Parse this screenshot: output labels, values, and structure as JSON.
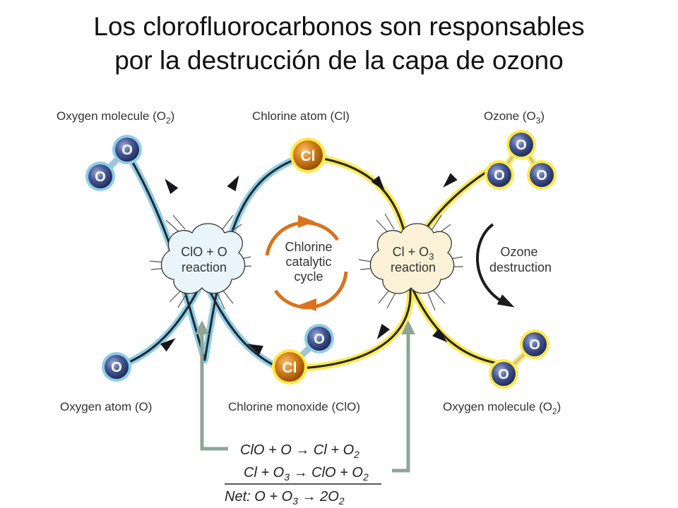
{
  "slide": {
    "title_line1": "Los clorofluorocarbonos son responsables",
    "title_line2": "por la destrucción de la capa de ozono"
  },
  "labels": {
    "oxygen_molecule_top": "Oxygen molecule (O",
    "oxygen_molecule_top_sub": "2",
    "chlorine_atom": "Chlorine atom (Cl)",
    "ozone": "Ozone (O",
    "ozone_sub": "3",
    "oxygen_atom": "Oxygen atom  (O)",
    "chlorine_monoxide": "Chlorine monoxide (ClO)",
    "oxygen_molecule_bottom": "Oxygen molecule (O",
    "oxygen_molecule_bottom_sub": "2"
  },
  "reactions": {
    "left_line1": "ClO + O",
    "left_line2": "reaction",
    "right_line1_a": "Cl + O",
    "right_line1_sub": "3",
    "right_line2": "reaction"
  },
  "cycle": {
    "line1": "Chlorine",
    "line2": "catalytic",
    "line3": "cycle"
  },
  "destruction": {
    "line1": "Ozone",
    "line2": "destruction"
  },
  "atoms": {
    "oxygen": "O",
    "chlorine": "Cl"
  },
  "equations": {
    "eq1_a": "ClO + O → Cl + O",
    "eq1_sub": "2",
    "eq2_a": "Cl + O",
    "eq2_sub1": "3",
    "eq2_b": " → ClO + O",
    "eq2_sub2": "2",
    "net_a": "Net: O + O",
    "net_sub1": "3",
    "net_b": " → 2O",
    "net_sub2": "2"
  },
  "colors": {
    "blue_path": "#8ecde6",
    "yellow_path": "#ffe94a",
    "oxygen_atom": "#2f3f7a",
    "chlorine_atom": "#c8740f",
    "cycle_arrow": "#d9731e",
    "gray_arrow": "#8fa597",
    "left_cloud": "#e9f5fa",
    "right_cloud": "#fbf1d6"
  }
}
